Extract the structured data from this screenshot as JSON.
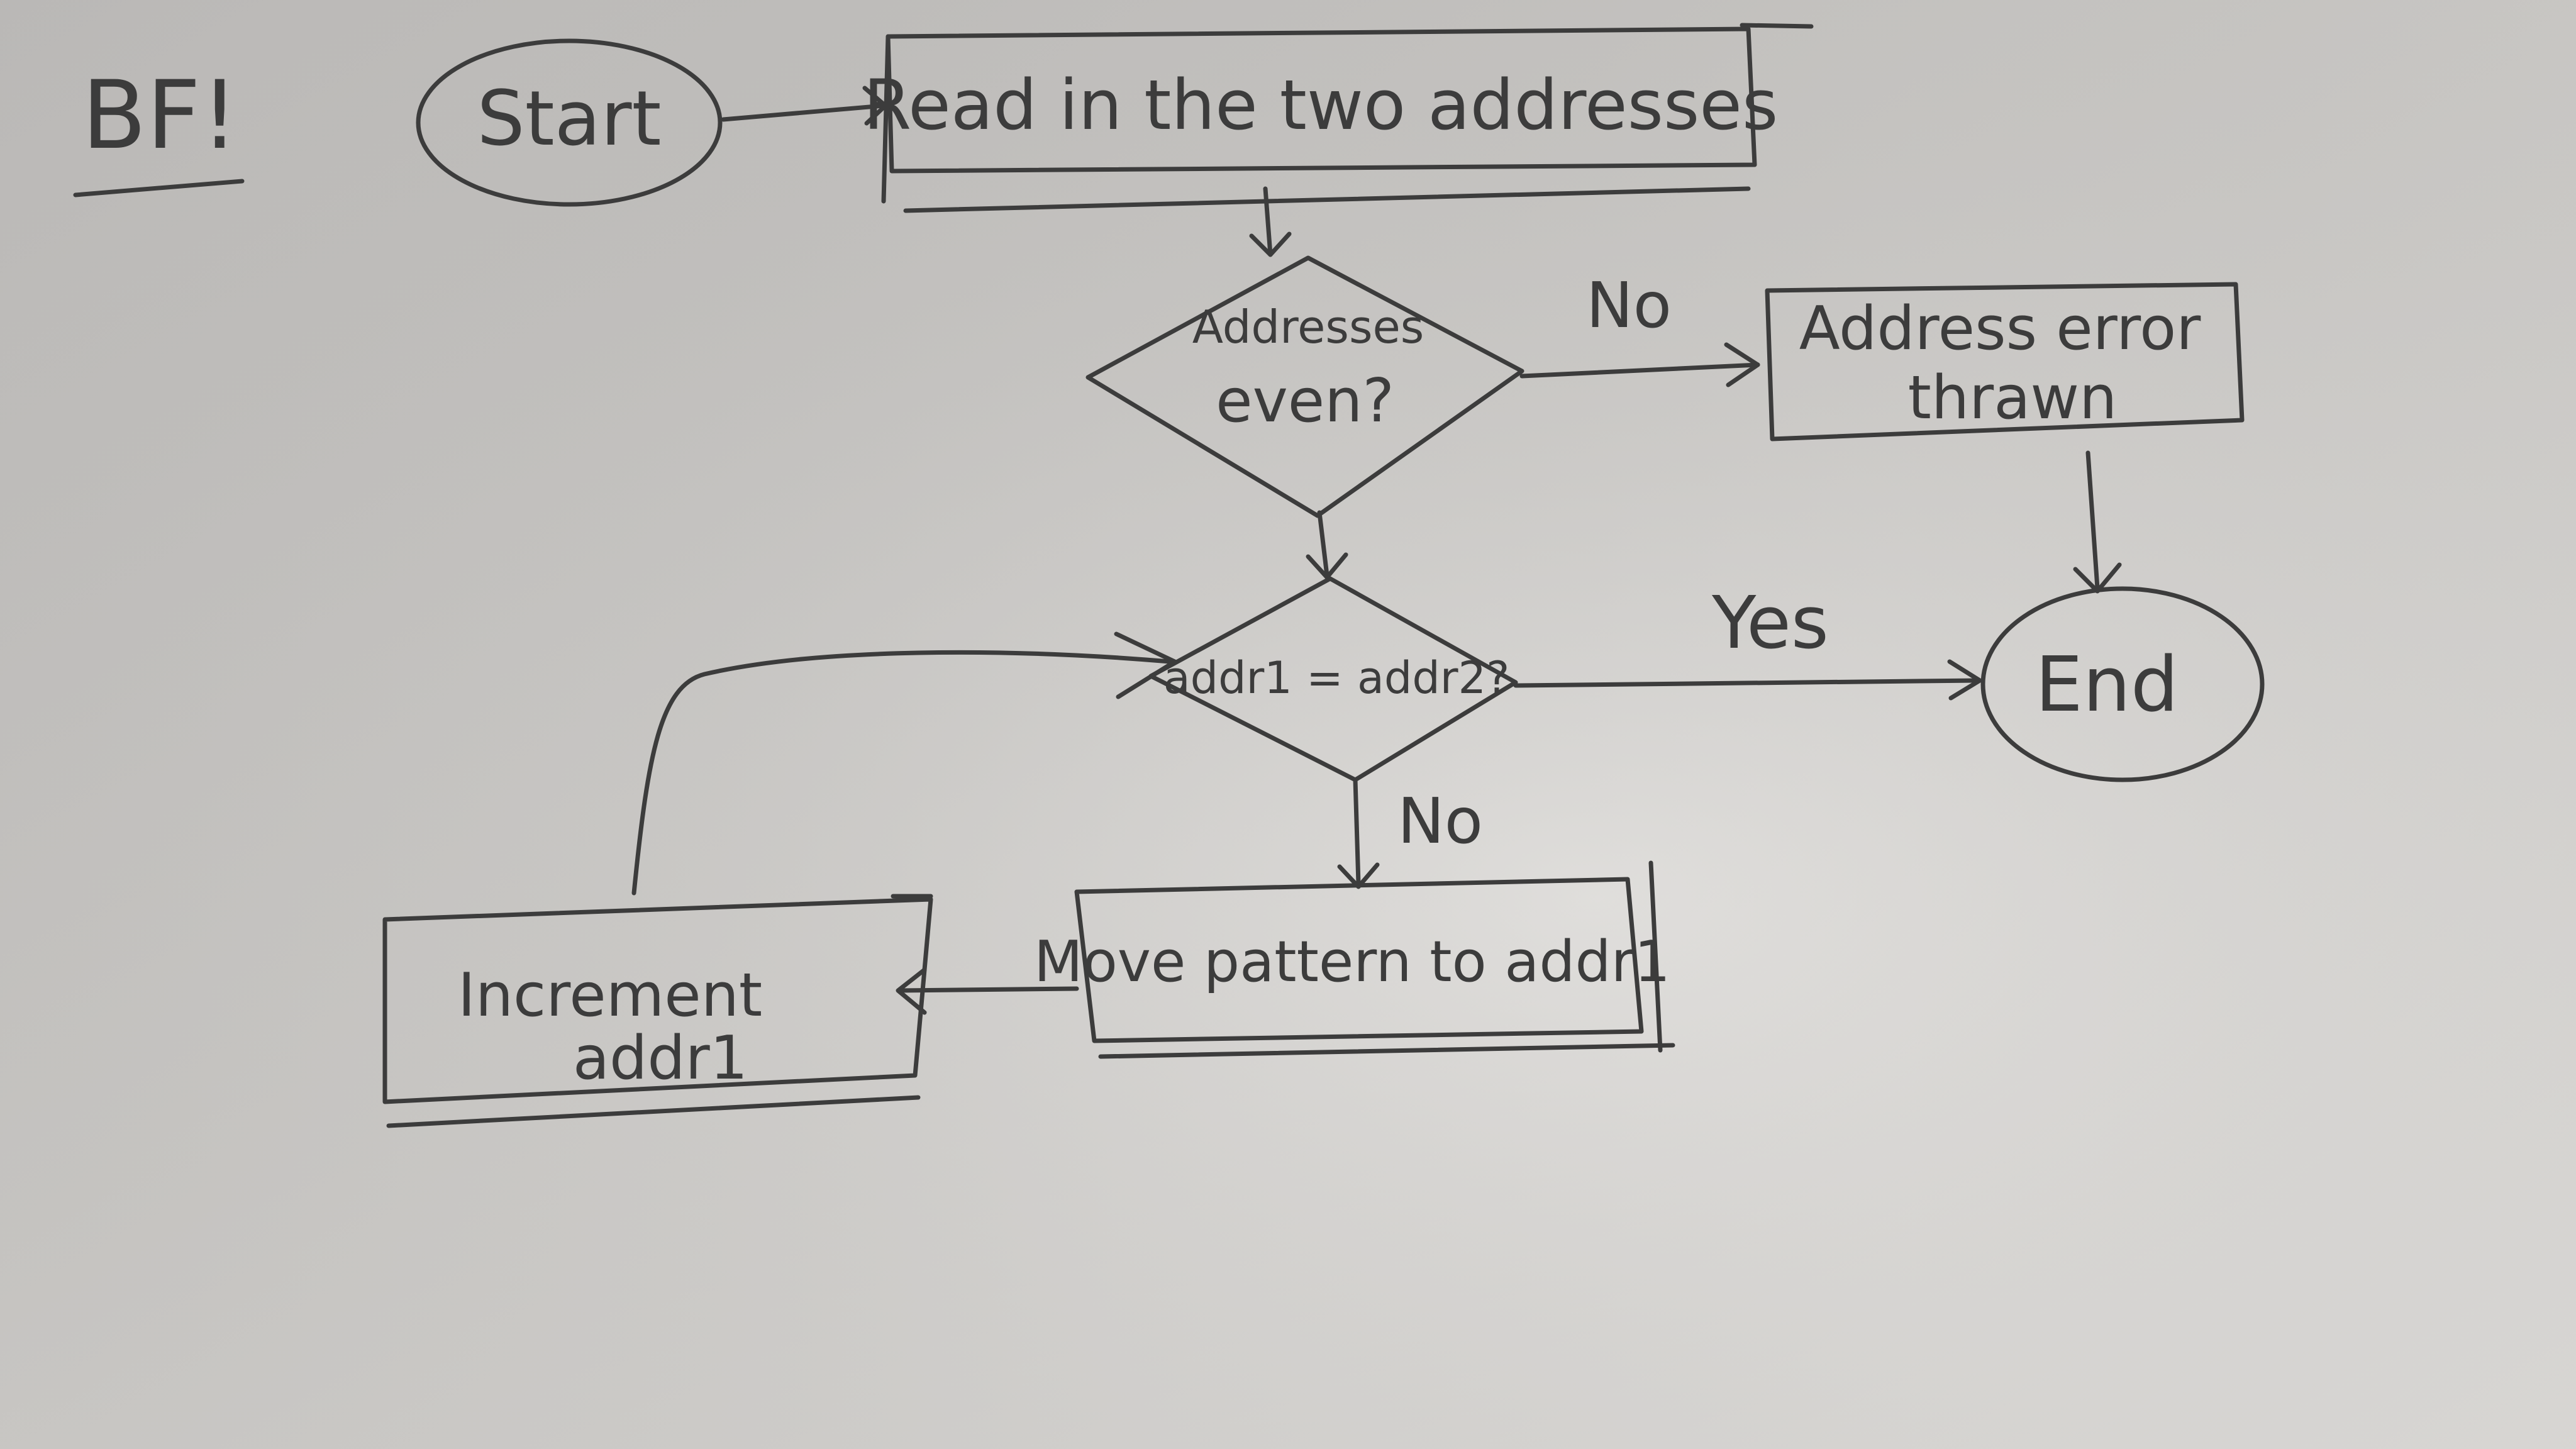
{
  "heading": "BF!",
  "nodes": {
    "start": "Start",
    "read": "Read in the two addresses",
    "even_line1": "Addresses",
    "even_line2": "even?",
    "error_line1": "Address error",
    "error_line2": "thrawn",
    "compare": "addr1 = addr2?",
    "end": "End",
    "move": "Move pattern to addr1",
    "incr_line1": "Increment",
    "incr_line2": "addr1"
  },
  "edge_labels": {
    "even_no": "No",
    "compare_yes": "Yes",
    "compare_no": "No"
  },
  "colors": {
    "pencil": "#3c3c3c"
  }
}
